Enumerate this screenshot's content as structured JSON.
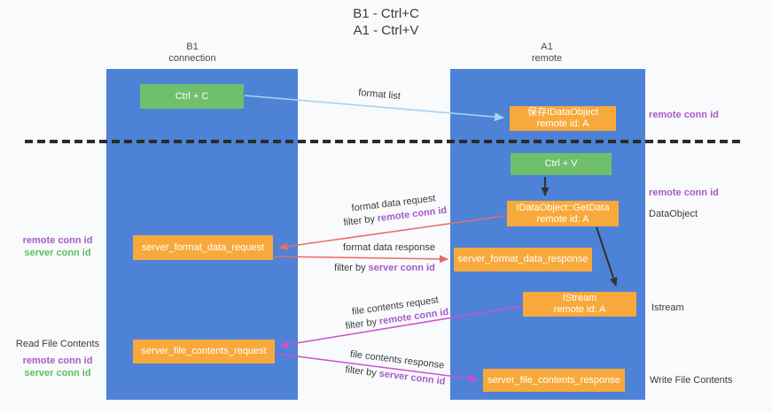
{
  "title": {
    "line1": "B1 - Ctrl+C",
    "line2": "A1 - Ctrl+V"
  },
  "columns": {
    "left": {
      "name": "B1",
      "role": "connection"
    },
    "right": {
      "name": "A1",
      "role": "remote"
    }
  },
  "nodes": {
    "ctrl_c": {
      "label": "Ctrl + C"
    },
    "ctrl_v": {
      "label": "Ctrl + V"
    },
    "save_dataobject": {
      "line1": "保存IDataObject",
      "line2": "remote id: A"
    },
    "getdata": {
      "line1": "IDataObject::GetData",
      "line2": "remote id: A"
    },
    "istream": {
      "line1": "IStream",
      "line2": "remote id: A"
    },
    "format_request": {
      "label": "server_format_data_request"
    },
    "format_response": {
      "label": "server_format_data_response"
    },
    "file_request": {
      "label": "server_file_contents_request"
    },
    "file_response": {
      "label": "server_file_contents_response"
    }
  },
  "side_labels": {
    "remote_conn_id": "remote conn id",
    "server_conn_id": "server conn id",
    "dataobject": "DataObject",
    "istream": "Istream",
    "read_file_contents": "Read File Contents",
    "write_file_contents": "Write File Contents"
  },
  "arrow_labels": {
    "format_list": "format list",
    "format_data_request": "format data request",
    "format_data_response": "format data response",
    "file_contents_request": "file contents request",
    "file_contents_response": "file contents response",
    "filter_by": "filter by",
    "remote_conn_id": "remote conn id",
    "server_conn_id": "server conn id"
  },
  "colors": {
    "column_blue": "#4D82D6",
    "node_orange": "#F8A93B",
    "node_green": "#6FBF6D",
    "arrow_light_blue": "#A8D3F0",
    "arrow_red": "#EA6A6A",
    "arrow_magenta": "#CE4FD0",
    "arrow_black": "#333333",
    "text_purple": "#A55BC8",
    "text_green": "#5CBE62"
  }
}
